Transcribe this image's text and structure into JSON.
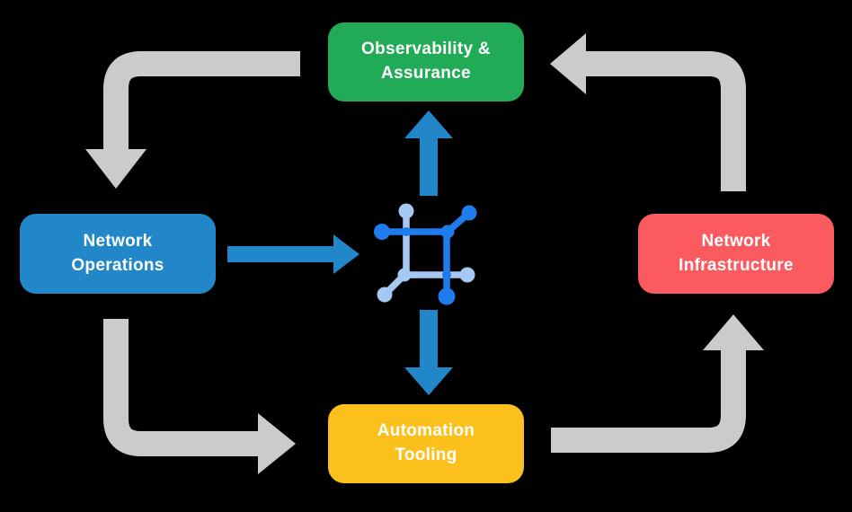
{
  "colors": {
    "background": "#000000",
    "green": "#22AB56",
    "blue": "#2187C8",
    "red": "#FA5A60",
    "yellow": "#FCC01D",
    "gray_arrow": "#CBCBCB",
    "icon_dark_blue": "#1E7CED",
    "icon_light_blue": "#A6C9F4",
    "text": "#FFFFFF"
  },
  "diagram": {
    "nodes": {
      "observability": {
        "label": "Observability &\nAssurance",
        "color": "green"
      },
      "network_operations": {
        "label": "Network\nOperations",
        "color": "blue"
      },
      "network_infrastructure": {
        "label": "Network\nInfrastructure",
        "color": "red"
      },
      "automation_tooling": {
        "label": "Automation\nTooling",
        "color": "yellow"
      }
    },
    "center_icon": {
      "name": "network-automation-icon"
    },
    "arrows": {
      "gray_cycle": [
        {
          "name": "cycle-arrow-observability-to-network-operations",
          "direction": "down"
        },
        {
          "name": "cycle-arrow-network-operations-to-automation-tooling",
          "direction": "right"
        },
        {
          "name": "cycle-arrow-automation-tooling-to-network-infrastructure",
          "direction": "up"
        },
        {
          "name": "cycle-arrow-network-infrastructure-to-observability",
          "direction": "left"
        }
      ],
      "blue": [
        {
          "name": "arrow-network-operations-to-center",
          "direction": "right"
        },
        {
          "name": "arrow-center-to-observability",
          "direction": "up"
        },
        {
          "name": "arrow-center-to-automation-tooling",
          "direction": "down"
        }
      ]
    }
  }
}
